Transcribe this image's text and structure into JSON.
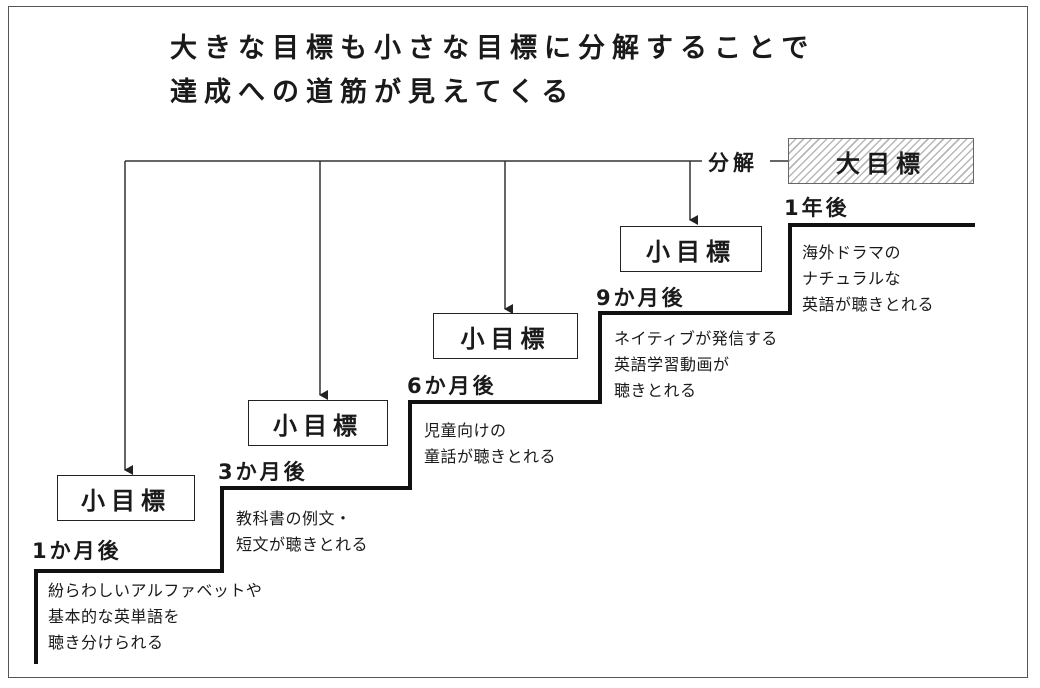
{
  "title": {
    "line1": "大きな目標も小さな目標に分解することで",
    "line2": "達成への道筋が見えてくる"
  },
  "decompose_label": "分解",
  "big_goal": {
    "label": "大目標",
    "time": "1年後",
    "description": [
      "海外ドラマの",
      "ナチュラルな",
      "英語が聴きとれる"
    ]
  },
  "small_goals": [
    {
      "label": "小目標",
      "time": "1か月後",
      "description": [
        "紛らわしいアルファベットや",
        "基本的な英単語を",
        "聴き分けられる"
      ]
    },
    {
      "label": "小目標",
      "time": "3か月後",
      "description": [
        "教科書の例文・",
        "短文が聴きとれる"
      ]
    },
    {
      "label": "小目標",
      "time": "6か月後",
      "description": [
        "児童向けの",
        "童話が聴きとれる"
      ]
    },
    {
      "label": "小目標",
      "time": "9か月後",
      "description": [
        "ネイティブが発信する",
        "英語学習動画が",
        "聴きとれる"
      ]
    }
  ]
}
